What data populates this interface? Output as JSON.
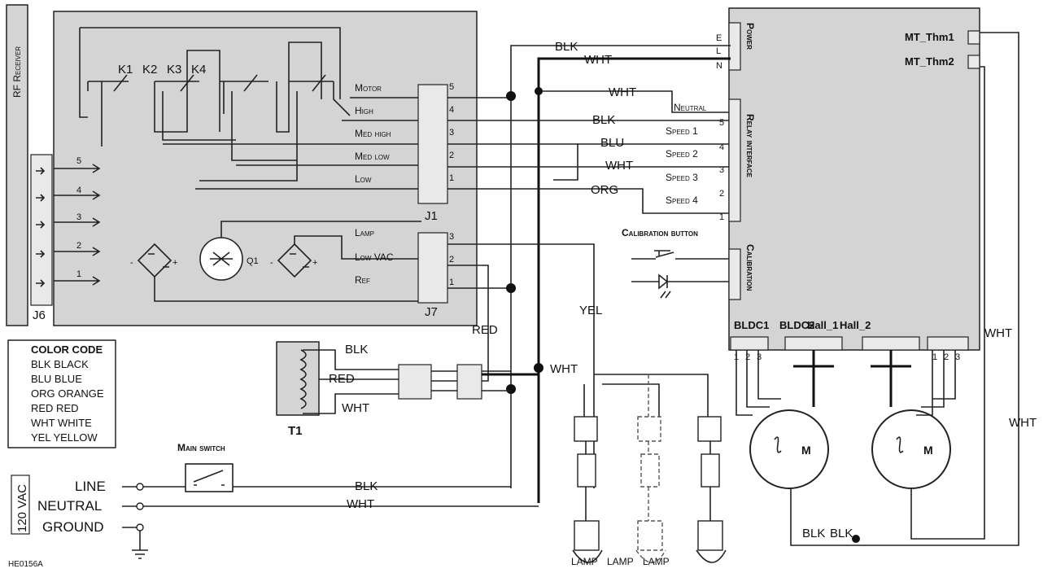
{
  "modules": {
    "rf_receiver": "RF Receiver",
    "j6": "J6",
    "j1": "J1",
    "j7": "J7",
    "t1": "T1",
    "q1": "Q1"
  },
  "relays": [
    "K1",
    "K2",
    "K3",
    "K4"
  ],
  "j1_lines": [
    "Motor",
    "High",
    "Med high",
    "Med low",
    "Low"
  ],
  "j1_pins": [
    "5",
    "4",
    "3",
    "2",
    "1"
  ],
  "j6_pins": [
    "5",
    "4",
    "3",
    "2",
    "1"
  ],
  "j7_lines": [
    "Lamp",
    "Low VAC",
    "Ref"
  ],
  "j7_pins": [
    "3",
    "2",
    "1"
  ],
  "power": {
    "label": "Power",
    "pins": [
      "E",
      "L",
      "N"
    ]
  },
  "relay_interface": {
    "label": "Relay interface",
    "neutral": "Neutral",
    "speeds": [
      "Speed 1",
      "Speed 2",
      "Speed 3",
      "Speed 4"
    ],
    "pins": [
      "5",
      "4",
      "3",
      "2",
      "1"
    ]
  },
  "calibration": {
    "label": "Calibration",
    "button": "Calibration button"
  },
  "thermistors": [
    "MT_Thm1",
    "MT_Thm2"
  ],
  "bldc_labels": [
    "BLDC1",
    "BLDC2",
    "Hall_1",
    "Hall_2"
  ],
  "bldc_pins": [
    "1",
    "2",
    "3"
  ],
  "wires": {
    "blk": "BLK",
    "wht": "WHT",
    "blu": "BLU",
    "org": "ORG",
    "red": "RED",
    "yel": "YEL"
  },
  "motor_letter": "M",
  "color_code": {
    "title": "COLOR CODE",
    "entries": [
      "BLK BLACK",
      "BLU BLUE",
      "ORG ORANGE",
      "RED RED",
      "WHT WHITE",
      "YEL YELLOW"
    ]
  },
  "main_switch": "Main switch",
  "supply": {
    "voltage": "120 VAC",
    "line": "LINE",
    "neutral": "NEUTRAL",
    "ground": "GROUND"
  },
  "lamps": [
    "LAMP",
    "LAMP",
    "LAMP"
  ],
  "drawing_id": "HE0156A"
}
